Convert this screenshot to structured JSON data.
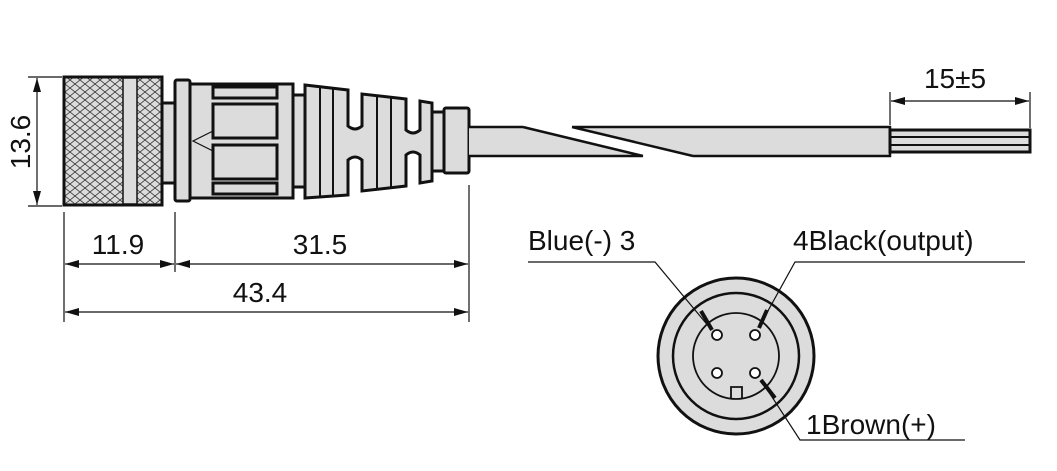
{
  "dimensions": {
    "diameter": "13.6",
    "nut_length": "11.9",
    "body_length": "31.5",
    "total_length": "43.4",
    "strip_length": "15±5"
  },
  "pinout": {
    "pin3": "Blue(-) 3",
    "pin4": "4Black(output)",
    "pin1": "1Brown(+)"
  },
  "colors": {
    "fill": "#dcdcdc",
    "line": "#111111"
  }
}
